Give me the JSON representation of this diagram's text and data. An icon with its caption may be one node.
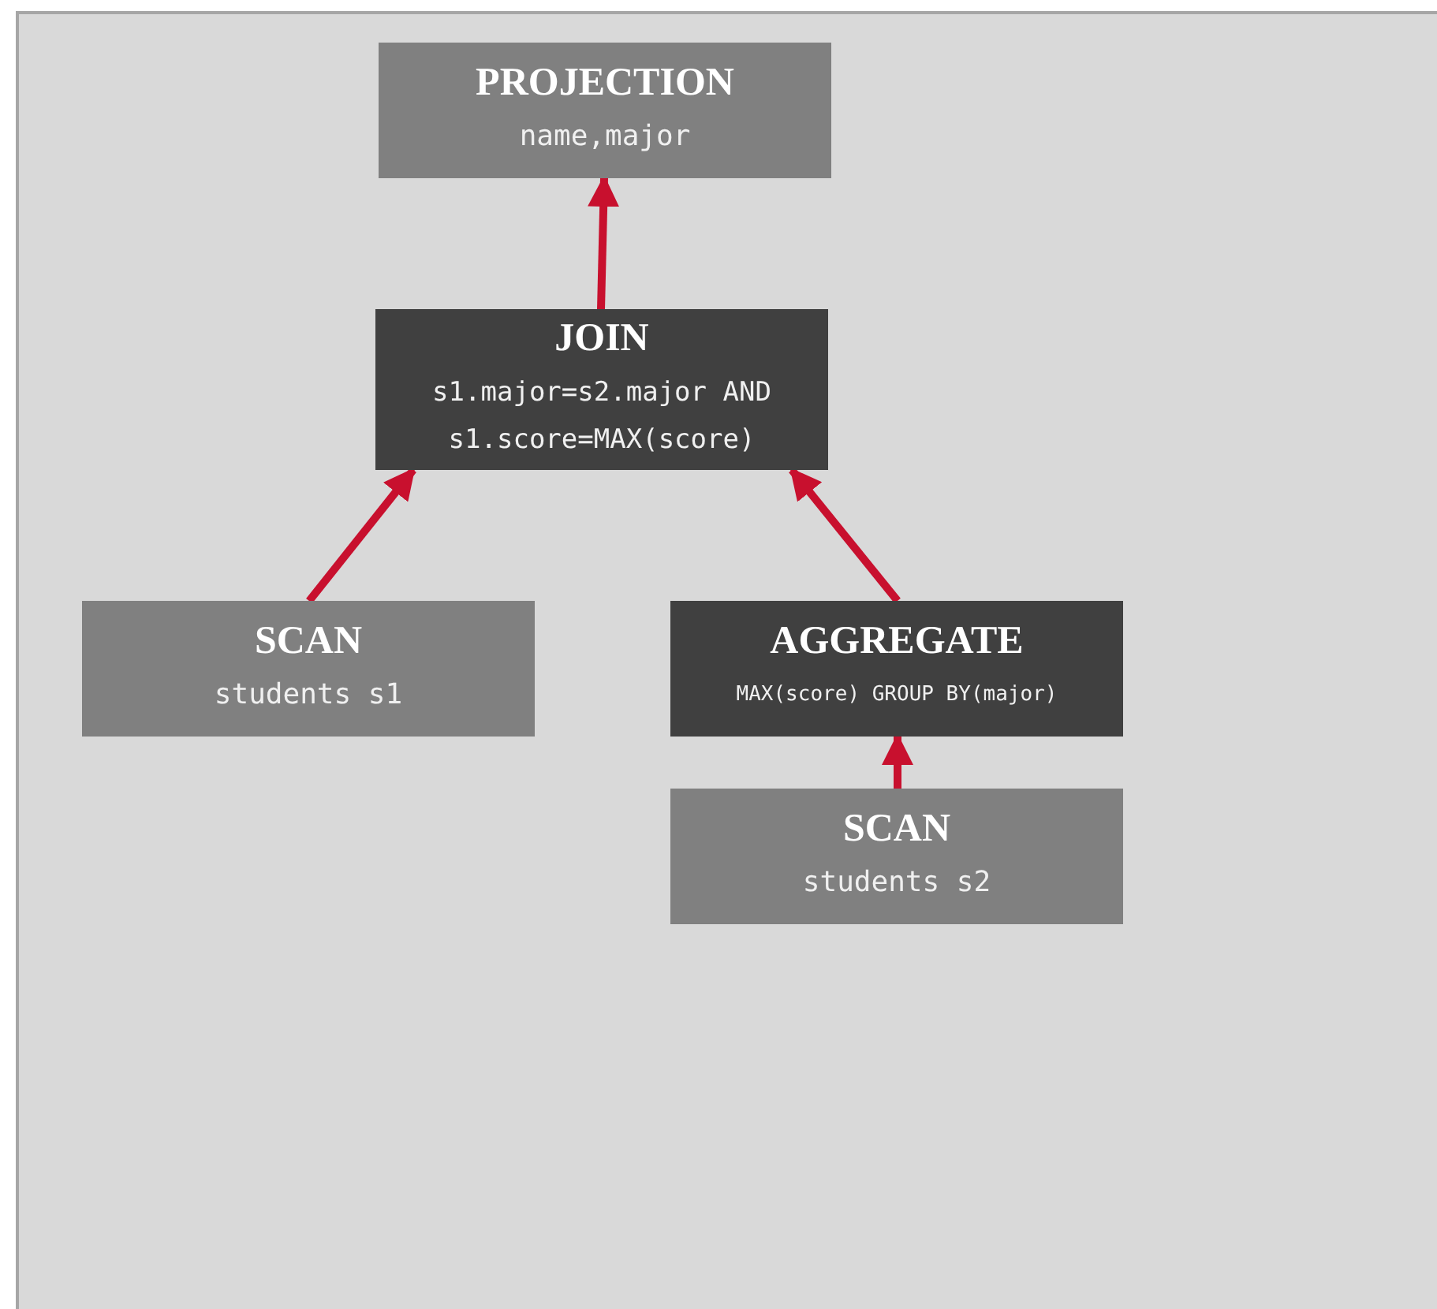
{
  "diagram": {
    "nodes": [
      {
        "text": [
          "PROJECTION",
          "name,major"
        ]
      },
      {
        "text": [
          "JOIN",
          "s1.major=s2.major AND s1.score=MAX(score)"
        ]
      },
      {
        "text": [
          "SCAN",
          "students s1"
        ]
      },
      {
        "text": [
          "AGGREGATE",
          "MAX(score) GROUP BY(major)"
        ]
      },
      {
        "text": [
          "SCAN",
          "students s2"
        ]
      }
    ],
    "edges": [
      {
        "from": 1,
        "to": 0,
        "arrow": "to"
      },
      {
        "from": 2,
        "to": 1,
        "arrow": "to"
      },
      {
        "from": 3,
        "to": 1,
        "arrow": "to"
      },
      {
        "from": 4,
        "to": 3,
        "arrow": "to"
      }
    ]
  }
}
